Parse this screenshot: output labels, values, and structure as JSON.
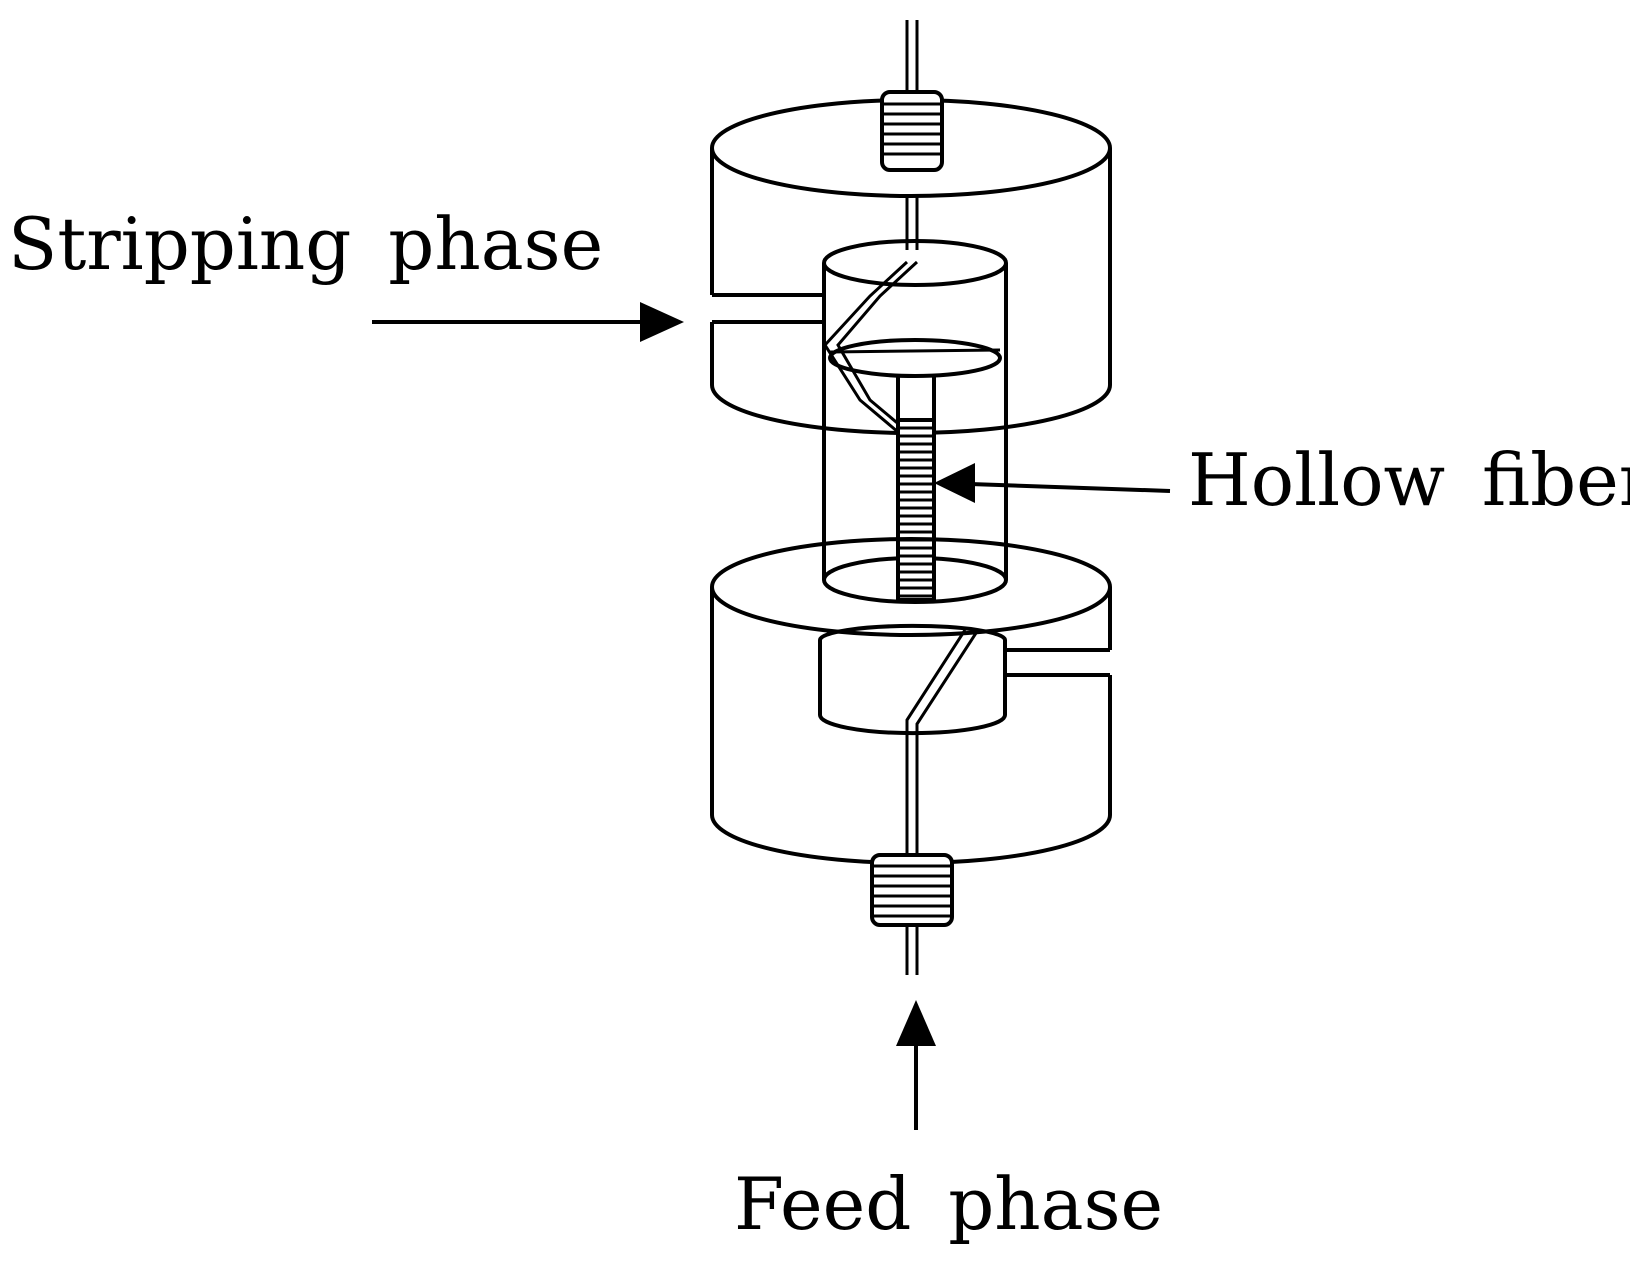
{
  "labels": {
    "stripping_phase": "Stripping phase",
    "hollow_fiber": "Hollow fiber",
    "feed_phase": "Feed phase"
  },
  "colors": {
    "ink": "#000000",
    "background": "#ffffff"
  }
}
